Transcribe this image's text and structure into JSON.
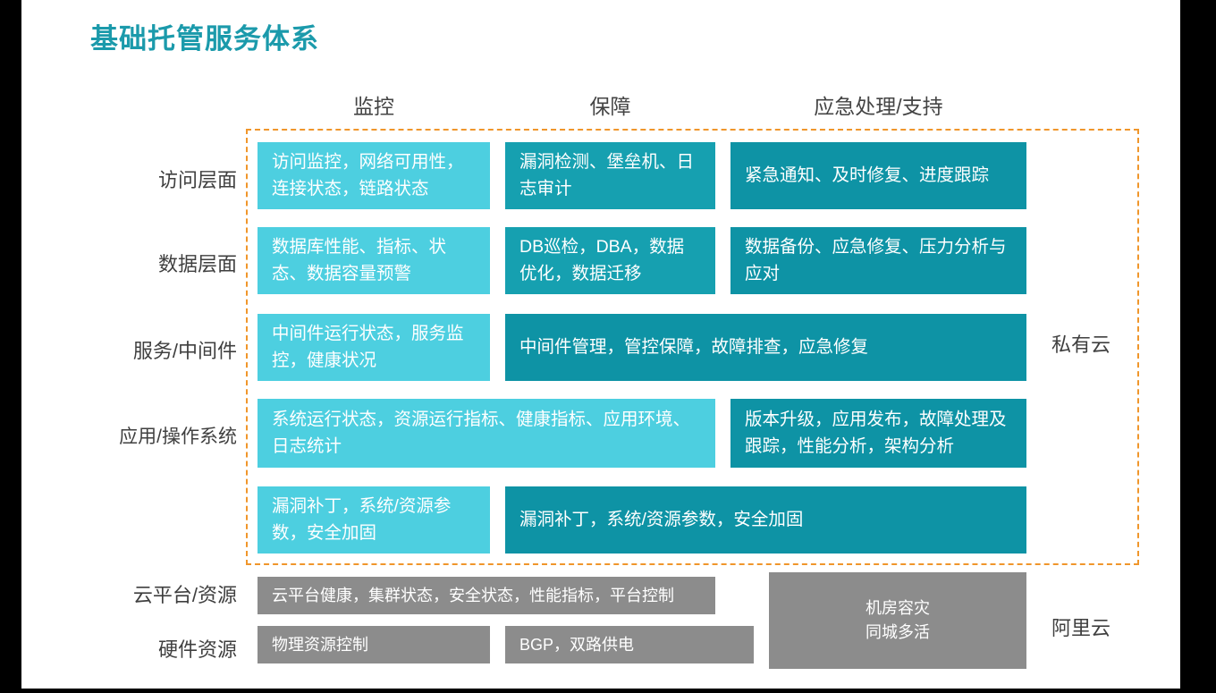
{
  "title": "基础托管服务体系",
  "accent_colors": {
    "title_teal": "#1b9aab",
    "cell_light_cyan": "#4dcfe0",
    "cell_teal": "#16a0b0",
    "cell_deep_teal": "#0e93a5",
    "cell_gray": "#8c8c8c",
    "dashed_border_orange": "#f0962b"
  },
  "column_headers": [
    {
      "label": "监控"
    },
    {
      "label": "保障"
    },
    {
      "label": "应急处理/支持"
    }
  ],
  "row_labels": [
    {
      "label": "访问层面"
    },
    {
      "label": "数据层面"
    },
    {
      "label": "服务/中间件"
    },
    {
      "label": "应用/操作系统"
    },
    {
      "label": ""
    },
    {
      "label": "云平台/资源"
    },
    {
      "label": "硬件资源"
    }
  ],
  "side_labels": {
    "private_cloud": "私有云",
    "aliyun": "阿里云"
  },
  "cells": {
    "r1c1": "访问监控，网络可用性，连接状态，链路状态",
    "r1c2": "漏洞检测、堡垒机、日志审计",
    "r1c3": "紧急通知、及时修复、进度跟踪",
    "r2c1": "数据库性能、指标、状态、数据容量预警",
    "r2c2": "DB巡检，DBA，数据优化，数据迁移",
    "r2c3": "数据备份、应急修复、压力分析与应对",
    "r3c1": "中间件运行状态，服务监控，健康状况",
    "r3c23": "中间件管理，管控保障，故障排查，应急修复",
    "r4c12": "系统运行状态，资源运行指标、健康指标、应用环境、日志统计",
    "r4c3": "版本升级，应用发布，故障处理及跟踪，性能分析，架构分析",
    "r5c1": "漏洞补丁，系统/资源参数，安全加固",
    "r5c23": "漏洞补丁，系统/资源参数，安全加固",
    "r6c12": "云平台健康，集群状态，安全状态，性能指标，平台控制",
    "r6c3": "机房容灾\n同城多活",
    "r6c3_line1": "机房容灾",
    "r6c3_line2": "同城多活",
    "r7c1": "物理资源控制",
    "r7c2": "BGP，双路供电"
  }
}
